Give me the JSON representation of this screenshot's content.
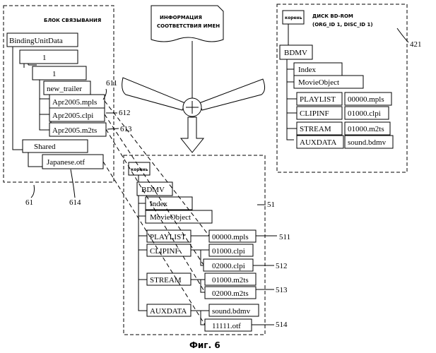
{
  "binding_block": {
    "title": "БЛОК СВЯЗЫВАНИЯ",
    "items": [
      "BindingUnitData",
      "1",
      "1",
      "new_trailer",
      "Apr2005.mpls",
      "Apr2005.clpi",
      "Apr2005.m2ts",
      "Shared",
      "Japanese.otf"
    ],
    "refs": [
      "611",
      "612",
      "613",
      "61",
      "614"
    ]
  },
  "name_info": {
    "line1": "ИНФОРМАЦИЯ",
    "line2": "СООТВЕТСТВИЯ ИМЕН"
  },
  "disc": {
    "title": "ДИСК BD-ROM",
    "subtitle": "(ORG_ID 1, DISC_ID 1)",
    "ref": "421",
    "root": "корень",
    "items": [
      "BDMV",
      "Index",
      "MovieObject",
      "PLAYLIST",
      "00000.mpls",
      "CLIPINF",
      "01000.clpi",
      "STREAM",
      "01000.m2ts",
      "AUXDATA",
      "sound.bdmv"
    ]
  },
  "virtual": {
    "root": "корень",
    "ref": "51",
    "items": [
      "BDMV",
      "Index",
      "MovieObject",
      "PLAYLIST",
      "00000.mpls",
      "CLIPINF",
      "01000.clpi",
      "02000.clpi",
      "STREAM",
      "01000.m2ts",
      "02000.m2ts",
      "AUXDATA",
      "sound.bdmv",
      "11111.otf"
    ],
    "refs": [
      "511",
      "512",
      "513",
      "514"
    ]
  },
  "caption": "Фиг. 6"
}
